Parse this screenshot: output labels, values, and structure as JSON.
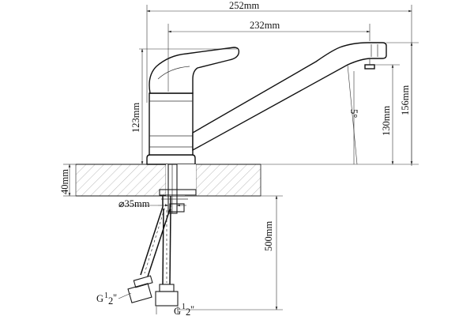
{
  "dimensions": {
    "total_reach": "252mm",
    "spout_reach": "232mm",
    "body_height": "123mm",
    "spout_height": "130mm",
    "total_height": "156mm",
    "countertop_thickness": "40mm",
    "mount_diameter": "⌀35mm",
    "hose_length": "500mm",
    "thread_left": "G",
    "thread_right": "G",
    "thread_sup": "1",
    "thread_sub": "2",
    "thread_tail_left": "\"",
    "thread_tail_right": "\"",
    "spout_angle": "5°"
  },
  "colors": {
    "line": "#1a1a1a",
    "hatch": "#8a8a8a",
    "background": "#ffffff"
  }
}
